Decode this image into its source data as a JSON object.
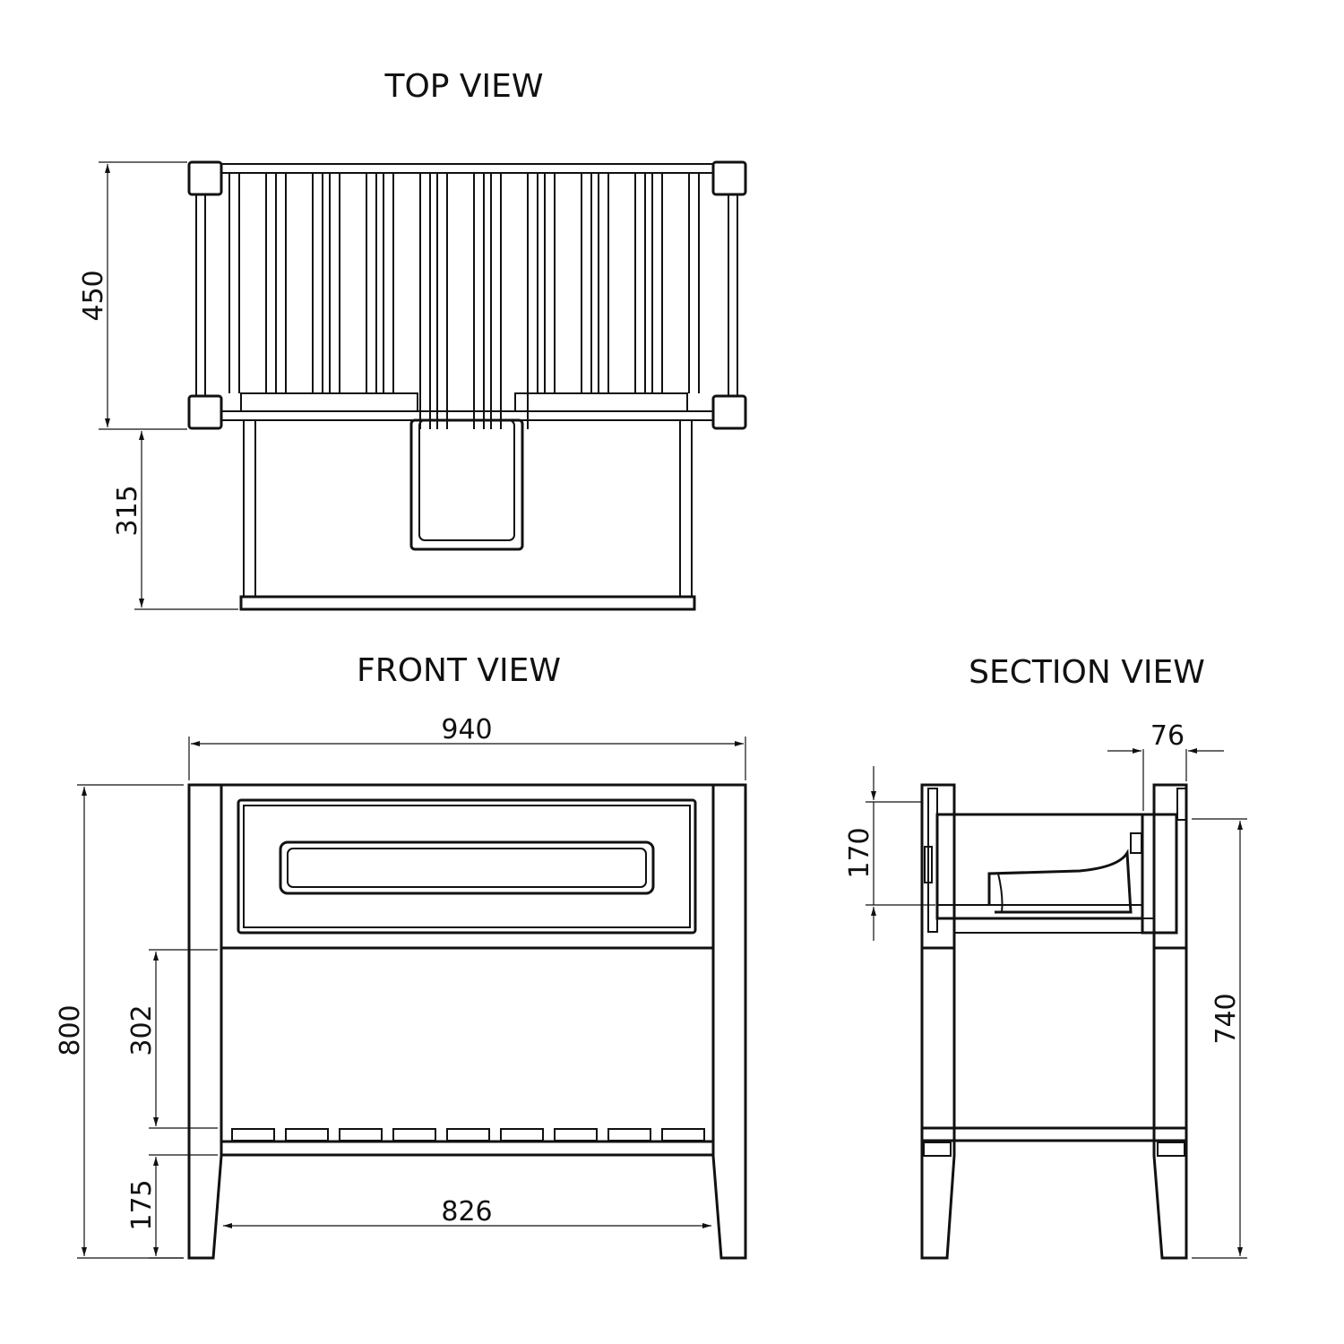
{
  "views": {
    "top": {
      "title": "TOP VIEW",
      "dims": {
        "depth": "450",
        "drawer_extension": "315"
      }
    },
    "front": {
      "title": "FRONT VIEW",
      "dims": {
        "overall_width": "940",
        "overall_height": "800",
        "drawer_front_to_shelf": "302",
        "shelf_height": "175",
        "inner_width": "826"
      }
    },
    "section": {
      "title": "SECTION VIEW",
      "dims": {
        "top_offset": "76",
        "drawer_depth": "170",
        "body_height": "740"
      }
    }
  }
}
